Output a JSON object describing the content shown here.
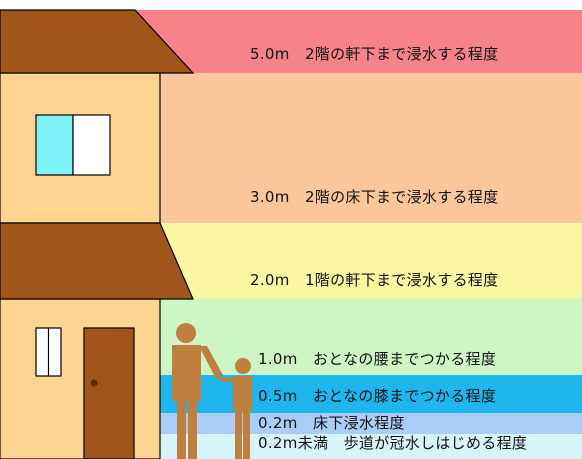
{
  "levels": [
    {
      "id": "5m",
      "label": "5.0m　2階の軒下まで浸水する程度",
      "color": "#f7838a"
    },
    {
      "id": "3m",
      "label": "3.0m　2階の床下まで浸水する程度",
      "color": "#f9c79b"
    },
    {
      "id": "2m",
      "label": "2.0m　1階の軒下まで浸水する程度",
      "color": "#fbf7a3"
    },
    {
      "id": "1m",
      "label": "1.0m　おとなの腰までつかる程度",
      "color": "#cdf6c4"
    },
    {
      "id": "0_5m",
      "label": "0.5m　おとなの膝までつかる程度",
      "color": "#1fb6ee"
    },
    {
      "id": "0_2m",
      "label": "0.2m　床下浸水程度",
      "color": "#a9cdf7"
    },
    {
      "id": "under",
      "label": "0.2m未満　歩道が冠水しはじめる程度",
      "color": "#d8f4fb"
    }
  ],
  "colors": {
    "roof": "#a0551a",
    "wall": "#fdd590",
    "window_glass": "#7ff1f8",
    "window_white": "#ffffff",
    "door": "#a0551a",
    "person": "#bf7f3f",
    "outline": "#000000"
  }
}
